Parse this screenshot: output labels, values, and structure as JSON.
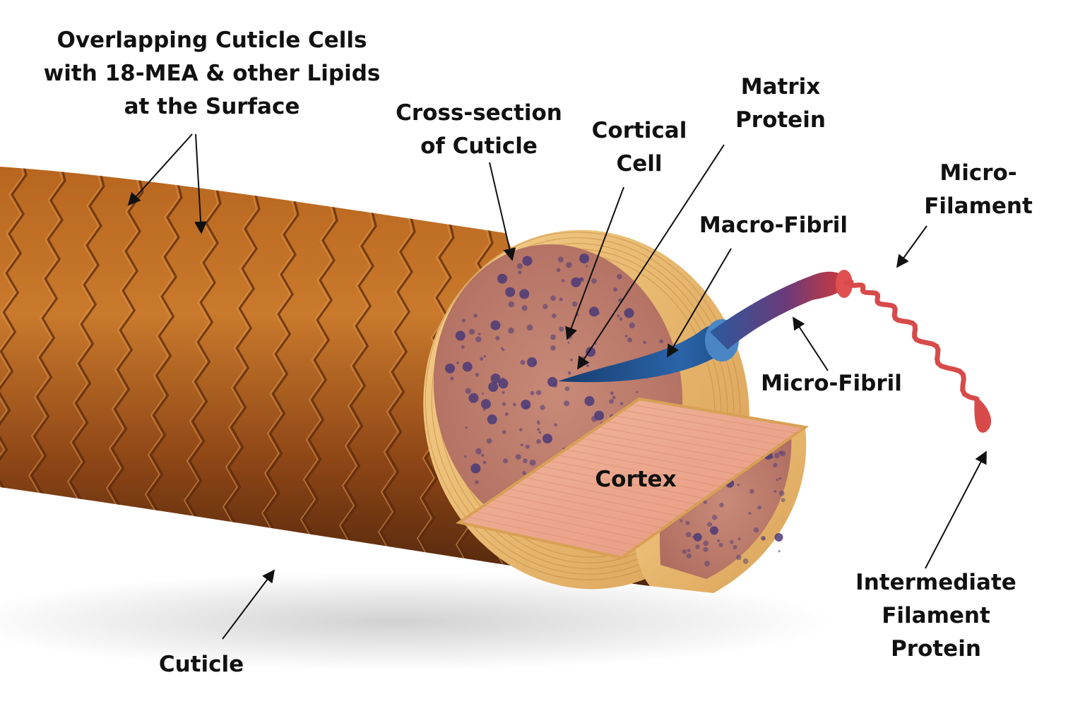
{
  "colors": {
    "background": "#ffffff",
    "cuticle_light": "#c97a2c",
    "cuticle_mid": "#a9581a",
    "cuticle_dark": "#5e2f12",
    "cross_section_ring": "#f0c27a",
    "cortex_fill": "#c98a78",
    "cortex_dots": "#4a3a78",
    "macrofibril": "#1e4f8a",
    "microfibril_tip": "#c0303c",
    "microfilament": "#d84a4a",
    "label_text": "#111111"
  },
  "labels": {
    "overlapping_cuticle": [
      "Overlapping Cuticle Cells",
      "with 18-MEA & other Lipids",
      "at the Surface"
    ],
    "cross_section": [
      "Cross-section",
      "of Cuticle"
    ],
    "cortical_cell": [
      "Cortical",
      "Cell"
    ],
    "matrix_protein": [
      "Matrix",
      "Protein"
    ],
    "micro_filament": [
      "Micro-",
      "Filament"
    ],
    "macro_fibril": "Macro-Fibril",
    "micro_fibril": "Micro-Fibril",
    "cortex": "Cortex",
    "cuticle": "Cuticle",
    "intermediate_filament": [
      "Intermediate",
      "Filament",
      "Protein"
    ]
  },
  "icons": [
    "arrow-icon"
  ]
}
